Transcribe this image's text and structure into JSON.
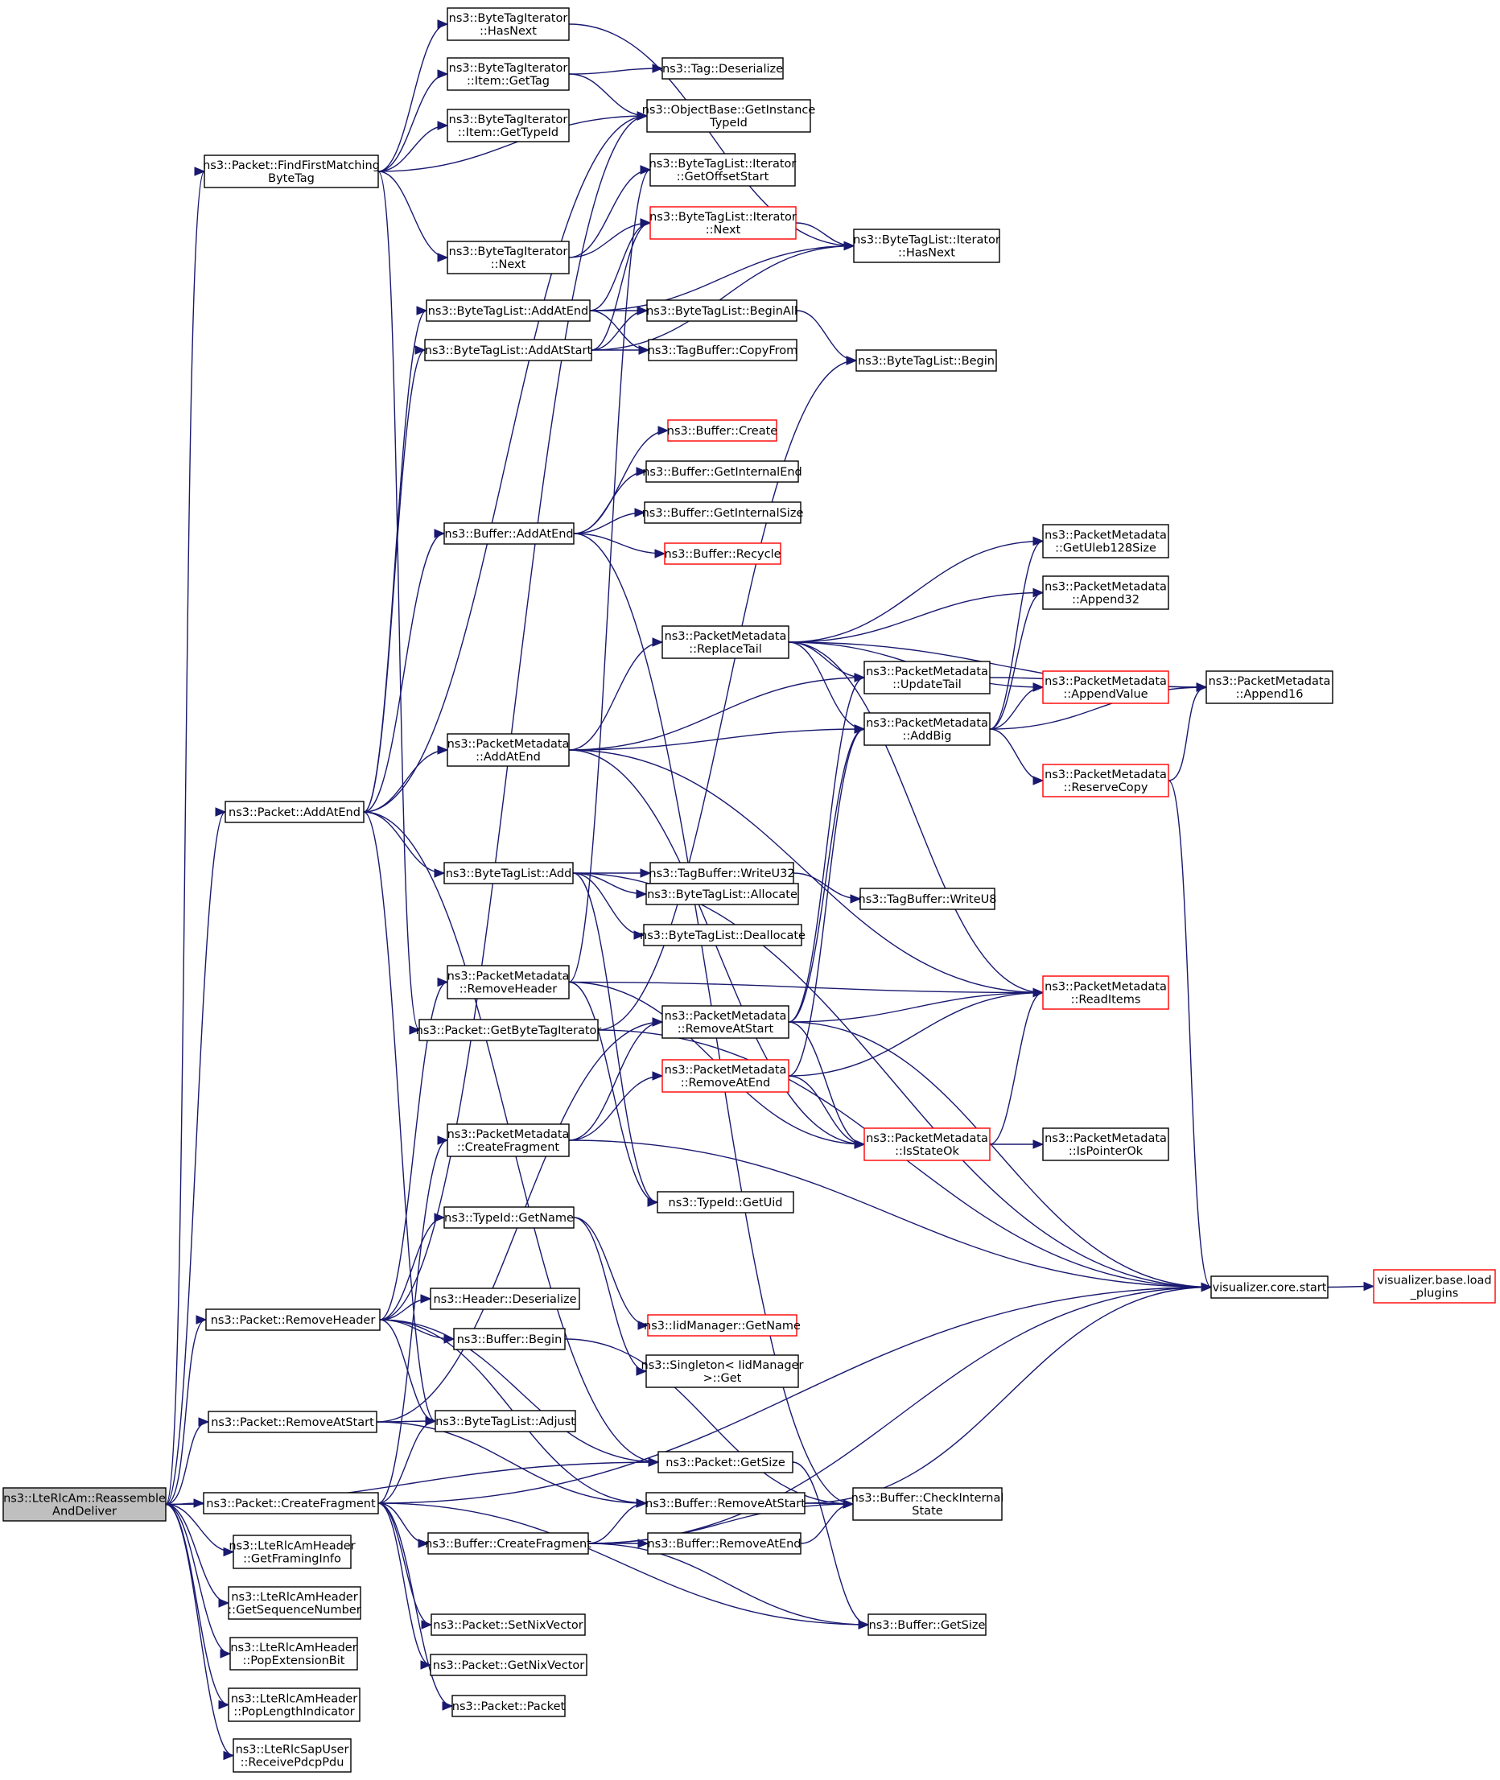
{
  "diagram": {
    "title": "",
    "colors": {
      "edge": "#191970",
      "node_border": "#000000",
      "node_border_incomplete": "#ff0000",
      "root_fill": "#bfbfbf",
      "node_fill": "#ffffff"
    },
    "nodes": [
      {
        "id": "root",
        "lines": [
          "ns3::LteRlcAm::Reassemble",
          "AndDeliver"
        ],
        "root": true
      },
      {
        "id": "findFirst",
        "lines": [
          "ns3::Packet::FindFirstMatching",
          "ByteTag"
        ]
      },
      {
        "id": "pktAddAtEnd",
        "lines": [
          "ns3::Packet::AddAtEnd"
        ]
      },
      {
        "id": "pktRemoveHeader",
        "lines": [
          "ns3::Packet::RemoveHeader"
        ]
      },
      {
        "id": "pktRemoveAtStart",
        "lines": [
          "ns3::Packet::RemoveAtStart"
        ]
      },
      {
        "id": "pktCreateFragment",
        "lines": [
          "ns3::Packet::CreateFragment"
        ]
      },
      {
        "id": "hdrFraming",
        "lines": [
          "ns3::LteRlcAmHeader",
          "::GetFramingInfo"
        ]
      },
      {
        "id": "hdrSeq",
        "lines": [
          "ns3::LteRlcAmHeader",
          "::GetSequenceNumber"
        ]
      },
      {
        "id": "hdrPopExt",
        "lines": [
          "ns3::LteRlcAmHeader",
          "::PopExtensionBit"
        ]
      },
      {
        "id": "hdrPopLen",
        "lines": [
          "ns3::LteRlcAmHeader",
          "::PopLengthIndicator"
        ]
      },
      {
        "id": "sapReceive",
        "lines": [
          "ns3::LteRlcSapUser",
          "::ReceivePdcpPdu"
        ]
      },
      {
        "id": "btiHasNext",
        "lines": [
          "ns3::ByteTagIterator",
          "::HasNext"
        ]
      },
      {
        "id": "btiGetTag",
        "lines": [
          "ns3::ByteTagIterator",
          "::Item::GetTag"
        ]
      },
      {
        "id": "btiGetTypeId",
        "lines": [
          "ns3::ByteTagIterator",
          "::Item::GetTypeId"
        ]
      },
      {
        "id": "btiNext",
        "lines": [
          "ns3::ByteTagIterator",
          "::Next"
        ]
      },
      {
        "id": "btlAddAtEnd",
        "lines": [
          "ns3::ByteTagList::AddAtEnd"
        ]
      },
      {
        "id": "btlAddAtStart",
        "lines": [
          "ns3::ByteTagList::AddAtStart"
        ]
      },
      {
        "id": "bufAddAtEnd",
        "lines": [
          "ns3::Buffer::AddAtEnd"
        ]
      },
      {
        "id": "pmAddAtEnd",
        "lines": [
          "ns3::PacketMetadata",
          "::AddAtEnd"
        ]
      },
      {
        "id": "btlAdd",
        "lines": [
          "ns3::ByteTagList::Add"
        ]
      },
      {
        "id": "pmRemoveHeader",
        "lines": [
          "ns3::PacketMetadata",
          "::RemoveHeader"
        ]
      },
      {
        "id": "pktGetBTI",
        "lines": [
          "ns3::Packet::GetByteTagIterator"
        ]
      },
      {
        "id": "pmCreateFragment",
        "lines": [
          "ns3::PacketMetadata",
          "::CreateFragment"
        ]
      },
      {
        "id": "typeGetName",
        "lines": [
          "ns3::TypeId::GetName"
        ]
      },
      {
        "id": "hdrDeserialize",
        "lines": [
          "ns3::Header::Deserialize"
        ]
      },
      {
        "id": "bufBegin",
        "lines": [
          "ns3::Buffer::Begin"
        ]
      },
      {
        "id": "btlAdjust",
        "lines": [
          "ns3::ByteTagList::Adjust"
        ]
      },
      {
        "id": "bufCreateFragment",
        "lines": [
          "ns3::Buffer::CreateFragment"
        ]
      },
      {
        "id": "pktSetNix",
        "lines": [
          "ns3::Packet::SetNixVector"
        ]
      },
      {
        "id": "pktGetNix",
        "lines": [
          "ns3::Packet::GetNixVector"
        ]
      },
      {
        "id": "pktPacket",
        "lines": [
          "ns3::Packet::Packet"
        ]
      },
      {
        "id": "tagDeserialize",
        "lines": [
          "ns3::Tag::Deserialize"
        ]
      },
      {
        "id": "objGetInstance",
        "lines": [
          "ns3::ObjectBase::GetInstance",
          "TypeId"
        ]
      },
      {
        "id": "btlItGetOffset",
        "lines": [
          "ns3::ByteTagList::Iterator",
          "::GetOffsetStart"
        ]
      },
      {
        "id": "btlItNext",
        "lines": [
          "ns3::ByteTagList::Iterator",
          "::Next"
        ],
        "incomplete": true
      },
      {
        "id": "btlBeginAll",
        "lines": [
          "ns3::ByteTagList::BeginAll"
        ]
      },
      {
        "id": "tbCopyFrom",
        "lines": [
          "ns3::TagBuffer::CopyFrom"
        ]
      },
      {
        "id": "bufCreate",
        "lines": [
          "ns3::Buffer::Create"
        ],
        "incomplete": true
      },
      {
        "id": "bufGetIntEnd",
        "lines": [
          "ns3::Buffer::GetInternalEnd"
        ]
      },
      {
        "id": "bufGetIntSize",
        "lines": [
          "ns3::Buffer::GetInternalSize"
        ]
      },
      {
        "id": "bufRecycle",
        "lines": [
          "ns3::Buffer::Recycle"
        ],
        "incomplete": true
      },
      {
        "id": "pmReplaceTail",
        "lines": [
          "ns3::PacketMetadata",
          "::ReplaceTail"
        ]
      },
      {
        "id": "tbWriteU32",
        "lines": [
          "ns3::TagBuffer::WriteU32"
        ]
      },
      {
        "id": "btlAllocate",
        "lines": [
          "ns3::ByteTagList::Allocate"
        ]
      },
      {
        "id": "btlDeallocate",
        "lines": [
          "ns3::ByteTagList::Deallocate"
        ]
      },
      {
        "id": "pmRemoveAtStart",
        "lines": [
          "ns3::PacketMetadata",
          "::RemoveAtStart"
        ]
      },
      {
        "id": "pmRemoveAtEnd",
        "lines": [
          "ns3::PacketMetadata",
          "::RemoveAtEnd"
        ],
        "incomplete": true
      },
      {
        "id": "typeGetUid",
        "lines": [
          "ns3::TypeId::GetUid"
        ]
      },
      {
        "id": "iidGetName",
        "lines": [
          "ns3::IidManager::GetName"
        ],
        "incomplete": true
      },
      {
        "id": "singletonGet",
        "lines": [
          "ns3::Singleton< IidManager",
          ">::Get"
        ]
      },
      {
        "id": "pktGetSize",
        "lines": [
          "ns3::Packet::GetSize"
        ]
      },
      {
        "id": "bufRemoveAtStart",
        "lines": [
          "ns3::Buffer::RemoveAtStart"
        ]
      },
      {
        "id": "bufRemoveAtEnd",
        "lines": [
          "ns3::Buffer::RemoveAtEnd"
        ]
      },
      {
        "id": "btlItHasNext",
        "lines": [
          "ns3::ByteTagList::Iterator",
          "::HasNext"
        ]
      },
      {
        "id": "btlBegin",
        "lines": [
          "ns3::ByteTagList::Begin"
        ]
      },
      {
        "id": "pmUpdateTail",
        "lines": [
          "ns3::PacketMetadata",
          "::UpdateTail"
        ]
      },
      {
        "id": "pmAddBig",
        "lines": [
          "ns3::PacketMetadata",
          "::AddBig"
        ]
      },
      {
        "id": "tbWriteU8",
        "lines": [
          "ns3::TagBuffer::WriteU8"
        ]
      },
      {
        "id": "pmIsStateOk",
        "lines": [
          "ns3::PacketMetadata",
          "::IsStateOk"
        ],
        "incomplete": true
      },
      {
        "id": "bufCheckInternal",
        "lines": [
          "ns3::Buffer::CheckInternal",
          "State"
        ]
      },
      {
        "id": "bufGetSize",
        "lines": [
          "ns3::Buffer::GetSize"
        ]
      },
      {
        "id": "pmGetUleb",
        "lines": [
          "ns3::PacketMetadata",
          "::GetUleb128Size"
        ]
      },
      {
        "id": "pmAppend32",
        "lines": [
          "ns3::PacketMetadata",
          "::Append32"
        ]
      },
      {
        "id": "pmAppendValue",
        "lines": [
          "ns3::PacketMetadata",
          "::AppendValue"
        ],
        "incomplete": true
      },
      {
        "id": "pmReserveCopy",
        "lines": [
          "ns3::PacketMetadata",
          "::ReserveCopy"
        ],
        "incomplete": true
      },
      {
        "id": "pmReadItems",
        "lines": [
          "ns3::PacketMetadata",
          "::ReadItems"
        ],
        "incomplete": true
      },
      {
        "id": "pmIsPointerOk",
        "lines": [
          "ns3::PacketMetadata",
          "::IsPointerOk"
        ]
      },
      {
        "id": "pmAppend16",
        "lines": [
          "ns3::PacketMetadata",
          "::Append16"
        ]
      },
      {
        "id": "vizStart",
        "lines": [
          "visualizer.core.start"
        ]
      },
      {
        "id": "vizLoad",
        "lines": [
          "visualizer.base.load",
          "_plugins"
        ],
        "incomplete": true
      }
    ],
    "edges": [
      [
        "root",
        "findFirst"
      ],
      [
        "root",
        "pktAddAtEnd"
      ],
      [
        "root",
        "pktRemoveHeader"
      ],
      [
        "root",
        "pktRemoveAtStart"
      ],
      [
        "root",
        "pktGetSize"
      ],
      [
        "root",
        "pktCreateFragment"
      ],
      [
        "root",
        "hdrFraming"
      ],
      [
        "root",
        "hdrSeq"
      ],
      [
        "root",
        "hdrPopExt"
      ],
      [
        "root",
        "hdrPopLen"
      ],
      [
        "root",
        "sapReceive"
      ],
      [
        "findFirst",
        "btiHasNext"
      ],
      [
        "findFirst",
        "btiGetTag"
      ],
      [
        "findFirst",
        "btiGetTypeId"
      ],
      [
        "findFirst",
        "objGetInstance"
      ],
      [
        "findFirst",
        "btiNext"
      ],
      [
        "findFirst",
        "pktGetBTI"
      ],
      [
        "btiHasNext",
        "btlItHasNext"
      ],
      [
        "btiGetTag",
        "tagDeserialize"
      ],
      [
        "btiGetTag",
        "objGetInstance"
      ],
      [
        "btiNext",
        "btlItGetOffset"
      ],
      [
        "btiNext",
        "btlItNext"
      ],
      [
        "btlItNext",
        "btlItHasNext"
      ],
      [
        "btlAddAtEnd",
        "btlItNext"
      ],
      [
        "btlAddAtEnd",
        "btlItHasNext"
      ],
      [
        "btlAddAtEnd",
        "btlBeginAll"
      ],
      [
        "btlAddAtEnd",
        "tbCopyFrom"
      ],
      [
        "btlAddAtStart",
        "btlItNext"
      ],
      [
        "btlAddAtStart",
        "btlBeginAll"
      ],
      [
        "btlAddAtStart",
        "tbCopyFrom"
      ],
      [
        "btlAddAtStart",
        "btlItHasNext"
      ],
      [
        "btlBeginAll",
        "btlBegin"
      ],
      [
        "pktAddAtEnd",
        "btlAddAtEnd"
      ],
      [
        "pktAddAtEnd",
        "btlAddAtStart"
      ],
      [
        "pktAddAtEnd",
        "bufAddAtEnd"
      ],
      [
        "pktAddAtEnd",
        "pmAddAtEnd"
      ],
      [
        "pktAddAtEnd",
        "btlAdd"
      ],
      [
        "pktAddAtEnd",
        "btlAdjust"
      ],
      [
        "pktAddAtEnd",
        "pktGetSize"
      ],
      [
        "pktAddAtEnd",
        "objGetInstance"
      ],
      [
        "bufAddAtEnd",
        "bufCreate"
      ],
      [
        "bufAddAtEnd",
        "bufGetIntEnd"
      ],
      [
        "bufAddAtEnd",
        "bufGetIntSize"
      ],
      [
        "bufAddAtEnd",
        "bufRecycle"
      ],
      [
        "bufAddAtEnd",
        "bufCheckInternal"
      ],
      [
        "pmAddAtEnd",
        "pmReplaceTail"
      ],
      [
        "pmAddAtEnd",
        "pmUpdateTail"
      ],
      [
        "pmAddAtEnd",
        "pmAddBig"
      ],
      [
        "pmAddAtEnd",
        "pmReadItems"
      ],
      [
        "pmAddAtEnd",
        "pmIsStateOk"
      ],
      [
        "pmReplaceTail",
        "pmGetUleb"
      ],
      [
        "pmReplaceTail",
        "pmAppend32"
      ],
      [
        "pmReplaceTail",
        "pmAppend16"
      ],
      [
        "pmReplaceTail",
        "pmUpdateTail"
      ],
      [
        "pmReplaceTail",
        "pmAppendValue"
      ],
      [
        "pmReplaceTail",
        "pmAddBig"
      ],
      [
        "pmReplaceTail",
        "pmReadItems"
      ],
      [
        "pmUpdateTail",
        "pmAppend16"
      ],
      [
        "pmAddBig",
        "pmGetUleb"
      ],
      [
        "pmAddBig",
        "pmAppend32"
      ],
      [
        "pmAddBig",
        "pmAppendValue"
      ],
      [
        "pmAddBig",
        "pmAppend16"
      ],
      [
        "pmAddBig",
        "pmReserveCopy"
      ],
      [
        "pmReserveCopy",
        "pmAppend16"
      ],
      [
        "pmReserveCopy",
        "vizStart"
      ],
      [
        "btlAdd",
        "tbWriteU32"
      ],
      [
        "btlAdd",
        "btlAllocate"
      ],
      [
        "btlAdd",
        "btlDeallocate"
      ],
      [
        "btlAdd",
        "vizStart"
      ],
      [
        "btlAdd",
        "typeGetUid"
      ],
      [
        "tbWriteU32",
        "tbWriteU8"
      ],
      [
        "pmRemoveHeader",
        "pmReadItems"
      ],
      [
        "pmRemoveHeader",
        "pmIsStateOk"
      ],
      [
        "pmRemoveHeader",
        "typeGetUid"
      ],
      [
        "pmRemoveHeader",
        "btlItGetOffset"
      ],
      [
        "pktGetBTI",
        "btlBegin"
      ],
      [
        "pktGetBTI",
        "vizStart"
      ],
      [
        "pmRemoveAtStart",
        "pmReadItems"
      ],
      [
        "pmRemoveAtStart",
        "pmUpdateTail"
      ],
      [
        "pmRemoveAtStart",
        "pmAddBig"
      ],
      [
        "pmRemoveAtStart",
        "pmIsStateOk"
      ],
      [
        "pmRemoveAtStart",
        "vizStart"
      ],
      [
        "pmRemoveAtEnd",
        "pmReadItems"
      ],
      [
        "pmRemoveAtEnd",
        "pmAddBig"
      ],
      [
        "pmRemoveAtEnd",
        "pmIsStateOk"
      ],
      [
        "pmIsStateOk",
        "pmIsPointerOk"
      ],
      [
        "pmIsStateOk",
        "pmReadItems"
      ],
      [
        "pmCreateFragment",
        "pmRemoveAtStart"
      ],
      [
        "pmCreateFragment",
        "pmRemoveAtEnd"
      ],
      [
        "pmCreateFragment",
        "vizStart"
      ],
      [
        "typeGetName",
        "iidGetName"
      ],
      [
        "typeGetName",
        "singletonGet"
      ],
      [
        "pktRemoveHeader",
        "hdrDeserialize"
      ],
      [
        "pktRemoveHeader",
        "bufBegin"
      ],
      [
        "pktRemoveHeader",
        "typeGetName"
      ],
      [
        "pktRemoveHeader",
        "btlAdjust"
      ],
      [
        "pktRemoveHeader",
        "pmRemoveHeader"
      ],
      [
        "pktRemoveHeader",
        "bufRemoveAtStart"
      ],
      [
        "pktRemoveHeader",
        "pktGetSize"
      ],
      [
        "pktRemoveHeader",
        "objGetInstance"
      ],
      [
        "bufBegin",
        "bufCheckInternal"
      ],
      [
        "pktRemoveAtStart",
        "btlAdjust"
      ],
      [
        "pktRemoveAtStart",
        "bufRemoveAtStart"
      ],
      [
        "pktRemoveAtStart",
        "pmRemoveAtStart"
      ],
      [
        "pktCreateFragment",
        "bufCreateFragment"
      ],
      [
        "pktCreateFragment",
        "btlAdjust"
      ],
      [
        "pktCreateFragment",
        "pmCreateFragment"
      ],
      [
        "pktCreateFragment",
        "pktSetNix"
      ],
      [
        "pktCreateFragment",
        "pktGetNix"
      ],
      [
        "pktCreateFragment",
        "pktPacket"
      ],
      [
        "pktCreateFragment",
        "bufGetSize"
      ],
      [
        "pktCreateFragment",
        "vizStart"
      ],
      [
        "bufCreateFragment",
        "bufRemoveAtStart"
      ],
      [
        "bufCreateFragment",
        "bufRemoveAtEnd"
      ],
      [
        "bufCreateFragment",
        "bufCheckInternal"
      ],
      [
        "bufCreateFragment",
        "bufGetSize"
      ],
      [
        "bufCreateFragment",
        "vizStart"
      ],
      [
        "bufRemoveAtStart",
        "bufCheckInternal"
      ],
      [
        "bufRemoveAtStart",
        "vizStart"
      ],
      [
        "bufRemoveAtEnd",
        "bufCheckInternal"
      ],
      [
        "pktGetSize",
        "bufGetSize"
      ],
      [
        "vizStart",
        "vizLoad"
      ]
    ]
  }
}
